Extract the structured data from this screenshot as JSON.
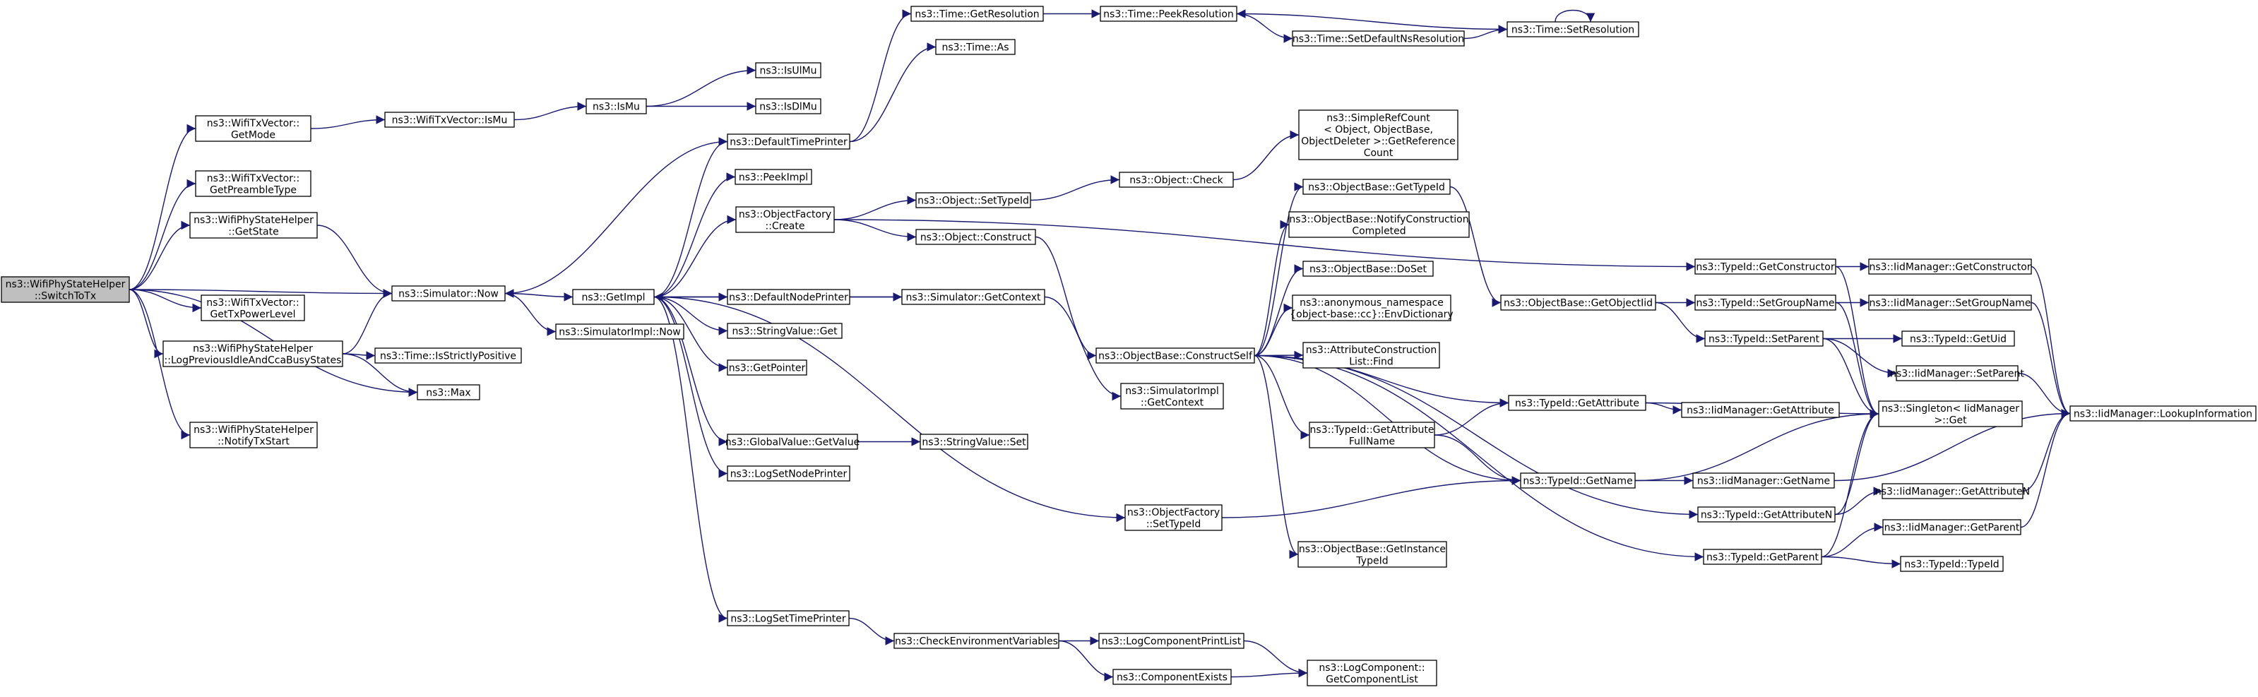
{
  "colors": {
    "edge": "#191970",
    "root_fill": "#bfbfbf",
    "node_fill": "#ffffff",
    "border": "#000000"
  },
  "nodes": [
    {
      "id": "root",
      "lines": [
        "ns3::WifiPhyStateHelper",
        "::SwitchToTx"
      ],
      "root": true
    },
    {
      "id": "gm",
      "lines": [
        "ns3::WifiTxVector::",
        "GetMode"
      ]
    },
    {
      "id": "gpt",
      "lines": [
        "ns3::WifiTxVector::",
        "GetPreambleType"
      ]
    },
    {
      "id": "gs",
      "lines": [
        "ns3::WifiPhyStateHelper",
        "::GetState"
      ]
    },
    {
      "id": "gtpl",
      "lines": [
        "ns3::WifiTxVector::",
        "GetTxPowerLevel"
      ]
    },
    {
      "id": "lpi",
      "lines": [
        "ns3::WifiPhyStateHelper",
        "::LogPreviousIdleAndCcaBusyStates"
      ]
    },
    {
      "id": "nts",
      "lines": [
        "ns3::WifiPhyStateHelper",
        "::NotifyTxStart"
      ]
    },
    {
      "id": "wismu",
      "lines": [
        "ns3::WifiTxVector::IsMu"
      ]
    },
    {
      "id": "now",
      "lines": [
        "ns3::Simulator::Now"
      ]
    },
    {
      "id": "sinow",
      "lines": [
        "ns3::SimulatorImpl::Now"
      ]
    },
    {
      "id": "tisp",
      "lines": [
        "ns3::Time::IsStrictlyPositive"
      ]
    },
    {
      "id": "max",
      "lines": [
        "ns3::Max"
      ]
    },
    {
      "id": "ismu",
      "lines": [
        "ns3::IsMu"
      ]
    },
    {
      "id": "isul",
      "lines": [
        "ns3::IsUlMu"
      ]
    },
    {
      "id": "isdl",
      "lines": [
        "ns3::IsDlMu"
      ]
    },
    {
      "id": "getimpl",
      "lines": [
        "ns3::GetImpl"
      ]
    },
    {
      "id": "dtp",
      "lines": [
        "ns3::DefaultTimePrinter"
      ]
    },
    {
      "id": "peek",
      "lines": [
        "ns3::PeekImpl"
      ]
    },
    {
      "id": "ofc",
      "lines": [
        "ns3::ObjectFactory",
        "::Create"
      ]
    },
    {
      "id": "dnp",
      "lines": [
        "ns3::DefaultNodePrinter"
      ]
    },
    {
      "id": "svget",
      "lines": [
        "ns3::StringValue::Get"
      ]
    },
    {
      "id": "getptr",
      "lines": [
        "ns3::GetPointer"
      ]
    },
    {
      "id": "gvgv",
      "lines": [
        "ns3::GlobalValue::GetValue"
      ]
    },
    {
      "id": "lsnp",
      "lines": [
        "ns3::LogSetNodePrinter"
      ]
    },
    {
      "id": "lstp",
      "lines": [
        "ns3::LogSetTimePrinter"
      ]
    },
    {
      "id": "tgr",
      "lines": [
        "ns3::Time::GetResolution"
      ]
    },
    {
      "id": "tas",
      "lines": [
        "ns3::Time::As"
      ]
    },
    {
      "id": "tpr",
      "lines": [
        "ns3::Time::PeekResolution"
      ]
    },
    {
      "id": "tsdnr",
      "lines": [
        "ns3::Time::SetDefaultNsResolution"
      ]
    },
    {
      "id": "tsr",
      "lines": [
        "ns3::Time::SetResolution"
      ]
    },
    {
      "id": "osti",
      "lines": [
        "ns3::Object::SetTypeId"
      ]
    },
    {
      "id": "oc",
      "lines": [
        "ns3::Object::Check"
      ]
    },
    {
      "id": "srgc",
      "lines": [
        "ns3::SimpleRefCount",
        "< Object, ObjectBase,",
        "ObjectDeleter >::GetReference",
        "Count"
      ]
    },
    {
      "id": "ocons",
      "lines": [
        "ns3::Object::Construct"
      ]
    },
    {
      "id": "sgc",
      "lines": [
        "ns3::Simulator::GetContext"
      ]
    },
    {
      "id": "svset",
      "lines": [
        "ns3::StringValue::Set"
      ]
    },
    {
      "id": "sigc",
      "lines": [
        "ns3::SimulatorImpl",
        "::GetContext"
      ]
    },
    {
      "id": "obcs",
      "lines": [
        "ns3::ObjectBase::ConstructSelf"
      ]
    },
    {
      "id": "obgt",
      "lines": [
        "ns3::ObjectBase::GetTypeId"
      ]
    },
    {
      "id": "obnc",
      "lines": [
        "ns3::ObjectBase::NotifyConstruction",
        "Completed"
      ]
    },
    {
      "id": "obds",
      "lines": [
        "ns3::ObjectBase::DoSet"
      ]
    },
    {
      "id": "anon",
      "lines": [
        "ns3::anonymous_namespace",
        "{object-base::cc}::EnvDictionary"
      ]
    },
    {
      "id": "aclf",
      "lines": [
        "ns3::AttributeConstruction",
        "List::Find"
      ]
    },
    {
      "id": "tgafn",
      "lines": [
        "ns3::TypeId::GetAttribute",
        "FullName"
      ]
    },
    {
      "id": "obgit",
      "lines": [
        "ns3::ObjectBase::GetInstance",
        "TypeId"
      ]
    },
    {
      "id": "ofsti",
      "lines": [
        "ns3::ObjectFactory",
        "::SetTypeId"
      ]
    },
    {
      "id": "cev",
      "lines": [
        "ns3::CheckEnvironmentVariables"
      ]
    },
    {
      "id": "lcpl",
      "lines": [
        "ns3::LogComponentPrintList"
      ]
    },
    {
      "id": "ce",
      "lines": [
        "ns3::ComponentExists"
      ]
    },
    {
      "id": "lcgcl",
      "lines": [
        "ns3::LogComponent::",
        "GetComponentList"
      ]
    },
    {
      "id": "obgoi",
      "lines": [
        "ns3::ObjectBase::GetObjectIid"
      ]
    },
    {
      "id": "tigc",
      "lines": [
        "ns3::TypeId::GetConstructor"
      ]
    },
    {
      "id": "tisgn",
      "lines": [
        "ns3::TypeId::SetGroupName"
      ]
    },
    {
      "id": "tisp2",
      "lines": [
        "ns3::TypeId::SetParent"
      ]
    },
    {
      "id": "tiga",
      "lines": [
        "ns3::TypeId::GetAttribute"
      ]
    },
    {
      "id": "tign",
      "lines": [
        "ns3::TypeId::GetName"
      ]
    },
    {
      "id": "tigan",
      "lines": [
        "ns3::TypeId::GetAttributeN"
      ]
    },
    {
      "id": "tigp",
      "lines": [
        "ns3::TypeId::GetParent"
      ]
    },
    {
      "id": "imgc",
      "lines": [
        "ns3::IidManager::GetConstructor"
      ]
    },
    {
      "id": "imsgn",
      "lines": [
        "ns3::IidManager::SetGroupName"
      ]
    },
    {
      "id": "tigu",
      "lines": [
        "ns3::TypeId::GetUid"
      ]
    },
    {
      "id": "imsp",
      "lines": [
        "ns3::IidManager::SetParent"
      ]
    },
    {
      "id": "sing",
      "lines": [
        "ns3::Singleton< IidManager",
        ">::Get"
      ]
    },
    {
      "id": "imga",
      "lines": [
        "ns3::IidManager::GetAttribute"
      ]
    },
    {
      "id": "imgn",
      "lines": [
        "ns3::IidManager::GetName"
      ]
    },
    {
      "id": "imgan",
      "lines": [
        "ns3::IidManager::GetAttributeN"
      ]
    },
    {
      "id": "imgp",
      "lines": [
        "ns3::IidManager::GetParent"
      ]
    },
    {
      "id": "titi",
      "lines": [
        "ns3::TypeId::TypeId"
      ]
    },
    {
      "id": "imli",
      "lines": [
        "ns3::IidManager::LookupInformation"
      ]
    }
  ]
}
